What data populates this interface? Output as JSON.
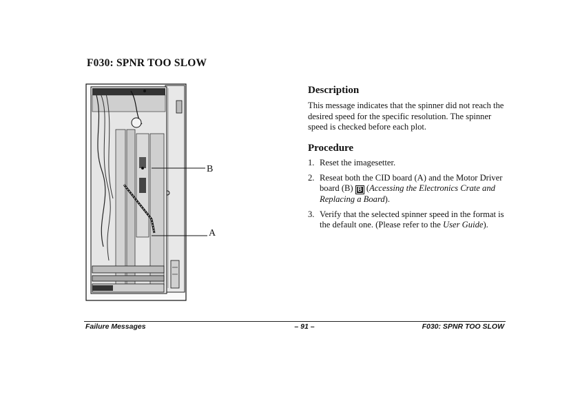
{
  "page": {
    "title": "F030: SPNR TOO SLOW"
  },
  "figure": {
    "callouts": [
      {
        "label": "B"
      },
      {
        "label": "A"
      }
    ]
  },
  "description": {
    "heading": "Description",
    "text": "This message indicates that the spinner did not reach the desired speed for the specific resolution. The spinner speed is checked before each plot."
  },
  "procedure": {
    "heading": "Procedure",
    "steps": [
      {
        "num": "1.",
        "text": "Reset the imagesetter."
      },
      {
        "num": "2.",
        "text_before": "Reseat both the CID board (A) and the Motor Driver board (B)",
        "badge": "B",
        "ref_open": " (",
        "ref_italic": "Accessing the Electronics Crate and Replacing a Board",
        "ref_close": ")."
      },
      {
        "num": "3.",
        "text_before": "Verify that the selected spinner speed in the format is the default one. (Please refer to the",
        "ref_italic": "User Guide",
        "ref_close": ")."
      }
    ]
  },
  "footer": {
    "left": "Failure Messages",
    "center": "– 91 –",
    "right": "F030: SPNR TOO SLOW"
  }
}
